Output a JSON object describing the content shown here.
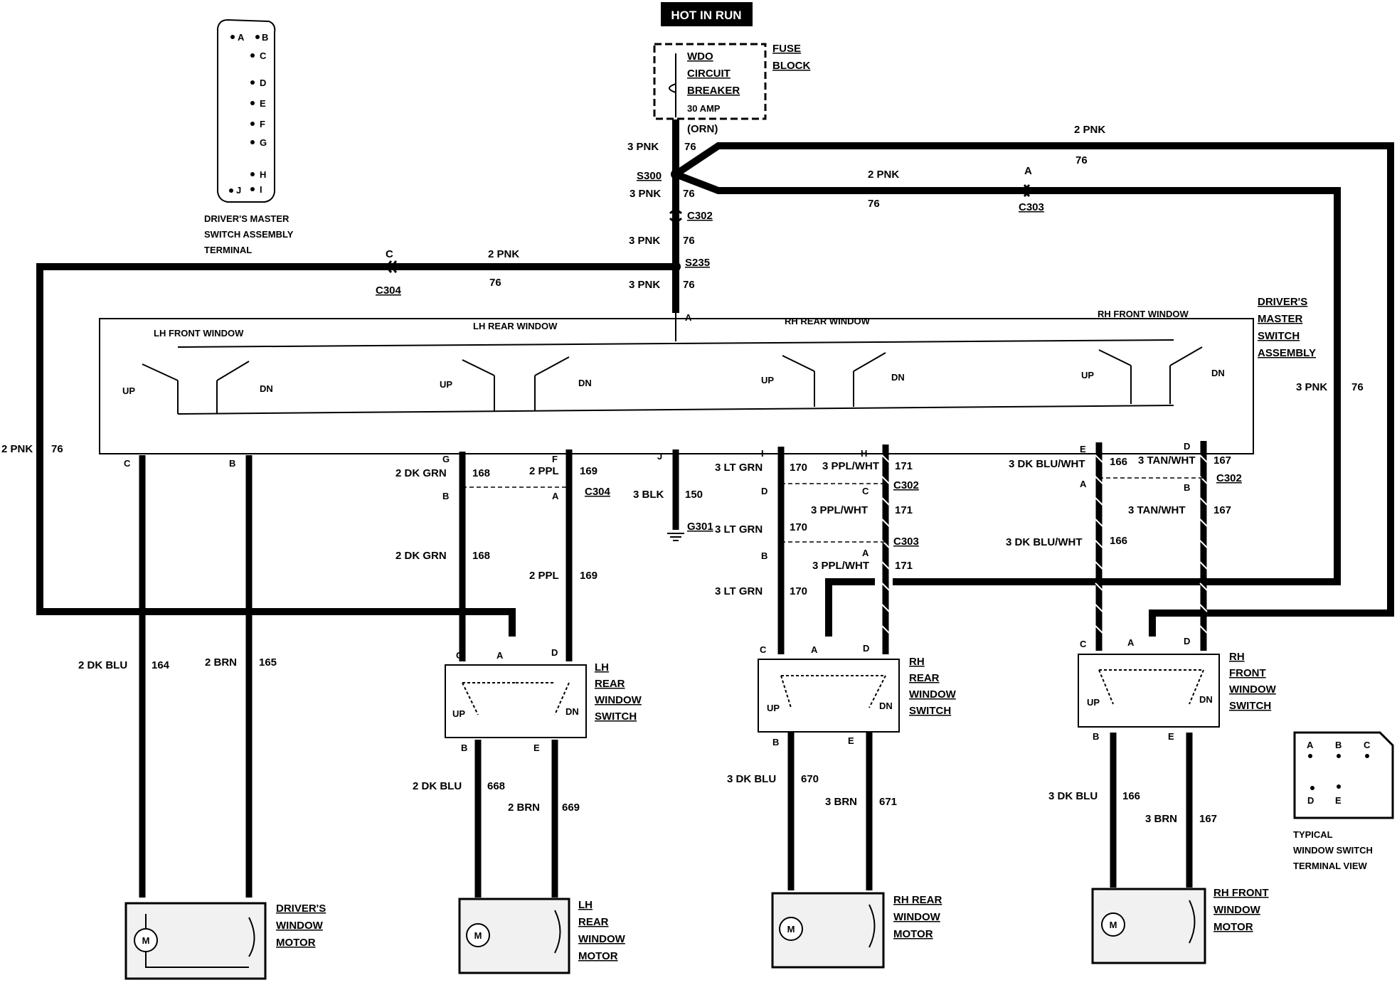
{
  "hot_in_run": "HOT IN RUN",
  "fuse_block": {
    "breaker_lines": [
      "WDO",
      "CIRCUIT",
      "BREAKER"
    ],
    "amp": "30 AMP",
    "name_lines": [
      "FUSE",
      "BLOCK"
    ],
    "orn": "(ORN)"
  },
  "splices": {
    "s300": "S300",
    "s235": "S235",
    "c302": "C302",
    "c303": "C303",
    "c304": "C304",
    "g301": "G301"
  },
  "wires": {
    "top_3pnk": "3 PNK",
    "top_76": "76",
    "loop_2pnk": "2 PNK",
    "loop_76": "76",
    "right_3pnk": "3 PNK",
    "right_76": "76",
    "left_2pnk": "2 PNK",
    "left_76": "76"
  },
  "terminal_view": {
    "pins": [
      "A",
      "B",
      "C",
      "D",
      "E",
      "F",
      "G",
      "H",
      "I",
      "J"
    ],
    "caption_lines": [
      "DRIVER'S MASTER",
      "SWITCH ASSEMBLY",
      "TERMINAL"
    ]
  },
  "master": {
    "name_lines": [
      "DRIVER'S",
      "MASTER",
      "SWITCH",
      "ASSEMBLY"
    ],
    "sections": [
      "LH FRONT WINDOW",
      "LH REAR WINDOW",
      "RH REAR WINDOW",
      "RH FRONT WINDOW"
    ],
    "up": "UP",
    "dn": "DN",
    "pin_a": "A"
  },
  "circuits": {
    "drv": {
      "up_pin": "C",
      "dn_pin": "B",
      "up_wire": "2 DK BLU",
      "up_num": "164",
      "dn_wire": "2 BRN",
      "dn_num": "165"
    },
    "lhr": {
      "up_pin": "G",
      "dn_pin": "F",
      "up_wire": "2 DK GRN",
      "up_num": "168",
      "dn_wire": "2 PPL",
      "dn_num": "169",
      "conn_up": "B",
      "conn_dn": "A"
    },
    "gnd": {
      "pin": "J",
      "wire": "3 BLK",
      "num": "150"
    },
    "rhr": {
      "up_pin": "I",
      "dn_pin": "H",
      "up_wire": "3 LT GRN",
      "up_num": "170",
      "dn_wire": "3 PPL/WHT",
      "dn_num": "171",
      "c302_up": "D",
      "c302_dn": "C",
      "c303_up": "B",
      "c303_dn": "A"
    },
    "rhf": {
      "up_pin": "E",
      "dn_pin": "D",
      "up_wire": "3 DK BLU/WHT",
      "up_num": "166",
      "dn_wire": "3 TAN/WHT",
      "dn_num": "167",
      "c302_up": "A",
      "c302_dn": "B"
    }
  },
  "switches": {
    "lhr": {
      "name_lines": [
        "LH",
        "REAR",
        "WINDOW",
        "SWITCH"
      ],
      "pins": [
        "C",
        "A",
        "D",
        "B",
        "E"
      ],
      "out_up_wire": "2 DK BLU",
      "out_up_num": "668",
      "out_dn_wire": "2 BRN",
      "out_dn_num": "669"
    },
    "rhr": {
      "name_lines": [
        "RH",
        "REAR",
        "WINDOW",
        "SWITCH"
      ],
      "pins": [
        "C",
        "A",
        "D",
        "B",
        "E"
      ],
      "out_up_wire": "3 DK BLU",
      "out_up_num": "670",
      "out_dn_wire": "3 BRN",
      "out_dn_num": "671"
    },
    "rhf": {
      "name_lines": [
        "RH",
        "FRONT",
        "WINDOW",
        "SWITCH"
      ],
      "pins": [
        "C",
        "A",
        "D",
        "B",
        "E"
      ],
      "out_up_wire": "3 DK BLU",
      "out_up_num": "166",
      "out_dn_wire": "3 BRN",
      "out_dn_num": "167"
    }
  },
  "motors": {
    "drv": {
      "name_lines": [
        "DRIVER'S",
        "WINDOW",
        "MOTOR"
      ],
      "symbol": "M"
    },
    "lhr": {
      "name_lines": [
        "LH",
        "REAR",
        "WINDOW",
        "MOTOR"
      ],
      "symbol": "M"
    },
    "rhr": {
      "name_lines": [
        "RH REAR",
        "WINDOW",
        "MOTOR"
      ],
      "symbol": "M"
    },
    "rhf": {
      "name_lines": [
        "RH FRONT",
        "WINDOW",
        "MOTOR"
      ],
      "symbol": "M"
    }
  },
  "switch_view": {
    "pins": [
      "A",
      "B",
      "C",
      "D",
      "E"
    ],
    "caption_lines": [
      "TYPICAL",
      "WINDOW SWITCH",
      "TERMINAL VIEW"
    ]
  }
}
